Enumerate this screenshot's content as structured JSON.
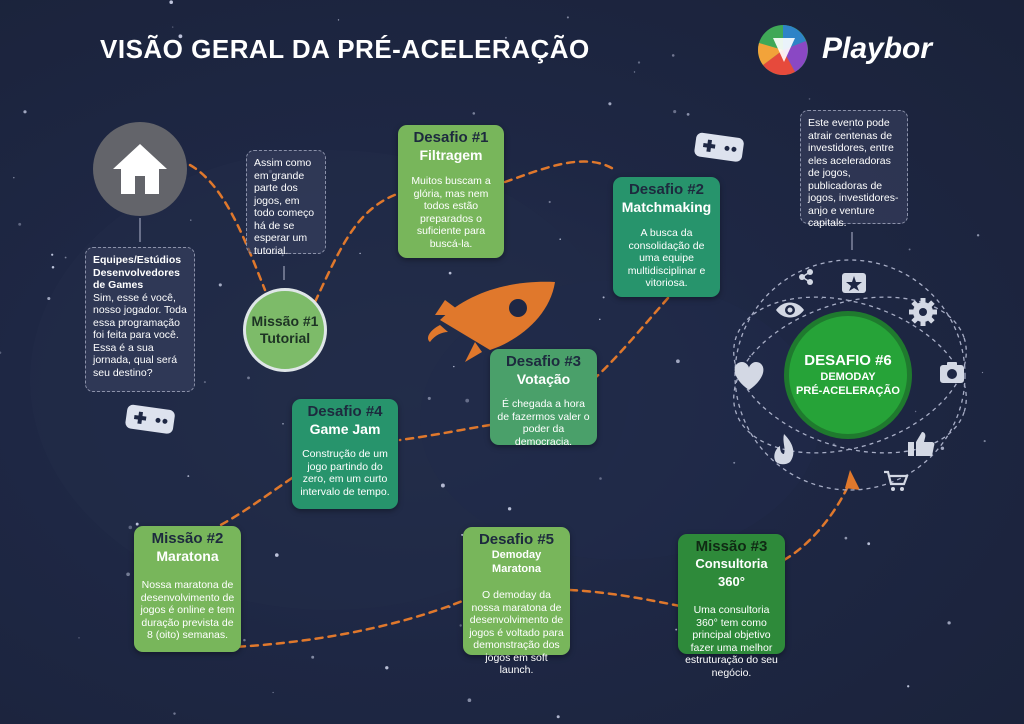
{
  "title": "VISÃO GERAL DA PRÉ-ACELERAÇÃO",
  "brand": {
    "name": "Playbor",
    "logo_icon": "playbor-logo-icon",
    "logo_colors": [
      "#e64a3c",
      "#f2a33a",
      "#3fa857",
      "#2e83c7",
      "#8a48c4"
    ]
  },
  "intro_note": {
    "heading": "Equipes/Estúdios Desenvolvedores de Games",
    "text": "Sim, esse é você, nosso jogador. Toda essa programação foi feita para você. Essa é a sua jornada, qual será seu destino?"
  },
  "missao1": {
    "label_1": "Missão #1",
    "label_2": "Tutorial",
    "note": "Assim como em grande parte dos jogos, em todo começo há de se esperar um tutorial."
  },
  "desafio1": {
    "label": "Desafio #1",
    "name": "Filtragem",
    "desc": "Muitos buscam a glória, mas nem todos estão preparados o suficiente para buscá-la."
  },
  "desafio2": {
    "label": "Desafio #2",
    "name": "Matchmaking",
    "desc": "A busca da consolidação de uma equipe multidisciplinar e vitoriosa."
  },
  "desafio3": {
    "label": "Desafio #3",
    "name": "Votação",
    "desc": "É chegada a hora de fazermos valer o poder da democracia."
  },
  "desafio4": {
    "label": "Desafio #4",
    "name": "Game Jam",
    "desc": "Construção de um jogo partindo do zero, em um curto intervalo de tempo."
  },
  "missao2": {
    "label": "Missão #2",
    "name": "Maratona",
    "desc": "Nossa maratona de desenvolvimento de jogos é online e tem duração prevista de 8 (oito) semanas."
  },
  "desafio5": {
    "label": "Desafio #5",
    "name": "Demoday Maratona",
    "desc": "O demoday da nossa maratona de desenvolvimento de jogos é voltado para demonstração dos jogos em soft launch."
  },
  "missao3": {
    "label": "Missão #3",
    "name": "Consultoria 360°",
    "desc": "Uma consultoria 360° tem como principal objetivo fazer uma melhor estruturação do seu negócio."
  },
  "desafio6": {
    "label_1": "DESAFIO #6",
    "label_2": "DEMODAY",
    "label_3": "PRÉ-ACELERAÇÃO",
    "note": "Este evento pode atrair centenas de investidores, entre eles aceleradoras de jogos, publicadoras de jogos, investidores-anjo e venture capitals.",
    "orbit_icons": [
      "share-icon",
      "star-badge-icon",
      "gear-icon",
      "eye-icon",
      "heart-icon",
      "camera-icon",
      "fire-icon",
      "thumbs-up-icon",
      "cart-icon"
    ]
  },
  "decorations": [
    "rocket-icon",
    "gamepad-icon",
    "home-icon"
  ],
  "colors": {
    "background": "#1e2744",
    "path_dash": "#e0782c",
    "rocket": "#e0782c",
    "box_light": "#78b65b",
    "box_teal": "#27946c",
    "box_dark": "#2e8a3a",
    "desafio6": "#26a338"
  }
}
